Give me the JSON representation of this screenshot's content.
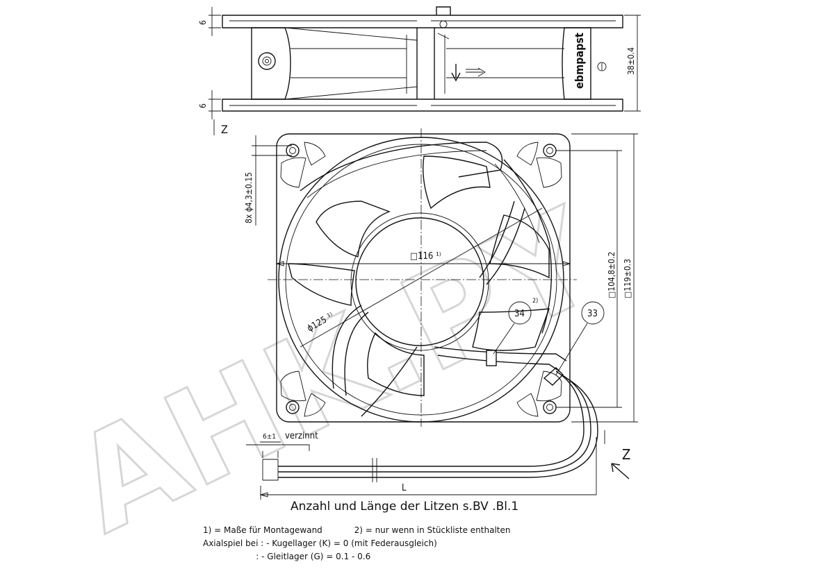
{
  "drawing": {
    "labels": {
      "dim_top_6": "6",
      "dim_bottom_6": "6",
      "dim_height": "38±0.4",
      "brand": "ebmpapst",
      "view_marker": "Z",
      "dim_holes": "8x ϕ4,3±0.15",
      "dim_inner_square": "□116 ¹⁾",
      "dim_diameter": "ϕ125 ¹⁾",
      "dim_hole_pitch": "□104,8±0.2",
      "dim_outer_square": "□119±0.3",
      "balloon_34": "34",
      "balloon_34_note": "2)",
      "balloon_33": "33",
      "dim_strip": "6±1",
      "strip_note": "verzinnt",
      "dim_length": "L",
      "view_arrow": "Z"
    },
    "caption": "Anzahl und Länge der Litzen s.BV .Bl.1",
    "notes": [
      "1) = Maße für Montagewand            2) = nur wenn in Stückliste enthalten",
      "Axialspiel bei : - Kugellager (K) = 0 (mit Federausgleich)",
      "                    : - Gleitlager (G) = 0.1 - 0.6"
    ],
    "watermark": "AHK.PY"
  }
}
